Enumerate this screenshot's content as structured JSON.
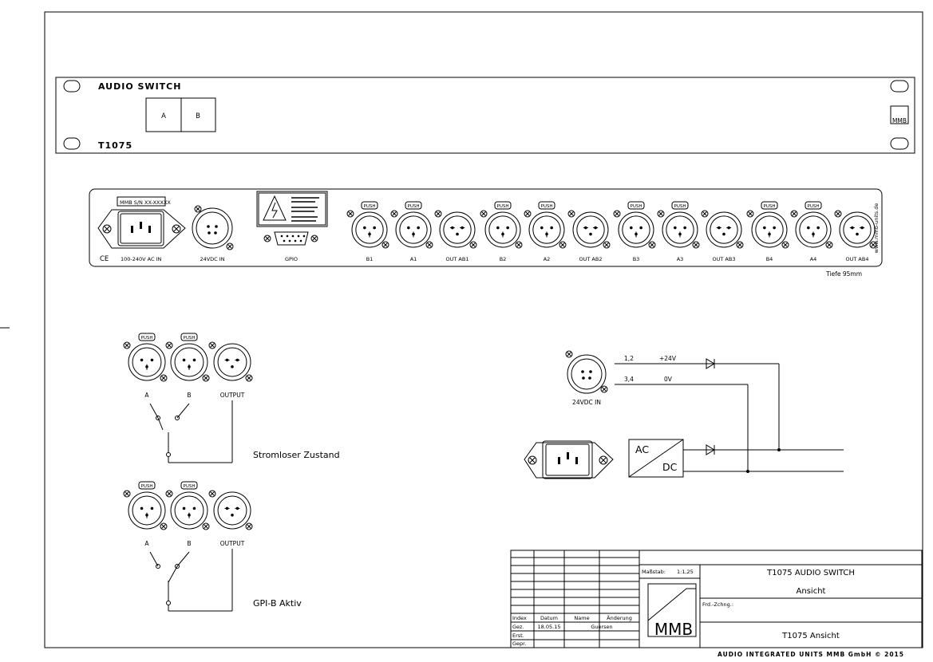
{
  "front": {
    "title": "AUDIO SWITCH",
    "model": "T1075",
    "button_a": "A",
    "button_b": "B",
    "logo": "MMB"
  },
  "rear": {
    "serial": "MMB S/N  XX-XXXXX",
    "ac_label": "100-240V AC IN",
    "dc_label": "24VDC IN",
    "gpio_label": "GPIO",
    "warning_icon": "high-voltage-warning-icon",
    "website": "www.mmb-units.de",
    "push_label": "PUSH",
    "ce": "CE",
    "channels": [
      {
        "labels": [
          "B1",
          "A1",
          "OUT AB1"
        ]
      },
      {
        "labels": [
          "B2",
          "A2",
          "OUT AB2"
        ]
      },
      {
        "labels": [
          "B3",
          "A3",
          "OUT AB3"
        ]
      },
      {
        "labels": [
          "B4",
          "A4",
          "OUT AB4"
        ]
      }
    ],
    "depth": "Tiefe 95mm"
  },
  "switch_diagrams": [
    {
      "a": "A",
      "b": "B",
      "out": "OUTPUT",
      "state": "Stromloser Zustand"
    },
    {
      "a": "A",
      "b": "B",
      "out": "OUTPUT",
      "state": "GPI-B Aktiv"
    }
  ],
  "power_diagram": {
    "pin12": "1,2",
    "v24": "+24V",
    "pin34": "3,4",
    "v0": "0V",
    "dc_in": "24VDC IN",
    "ac": "AC",
    "dc": "DC"
  },
  "title_block": {
    "scale_label": "Maßstab:",
    "scale": "1:1,25",
    "title": "T1075 AUDIO SWITCH",
    "subtitle": "Ansicht",
    "frd": "Frd.-Zchng.:",
    "drawing_name": "T1075 Ansicht",
    "col_index": "Index",
    "col_date": "Datum",
    "col_name": "Name",
    "col_change": "Änderung",
    "gez": "Gez.",
    "date": "18.05.15",
    "name": "Guersen",
    "ersetzt": "Erst.",
    "gepr": "Gepr.",
    "logo": "MMB"
  },
  "footer": "AUDIO INTEGRATED UNITS MMB GmbH © 2015"
}
